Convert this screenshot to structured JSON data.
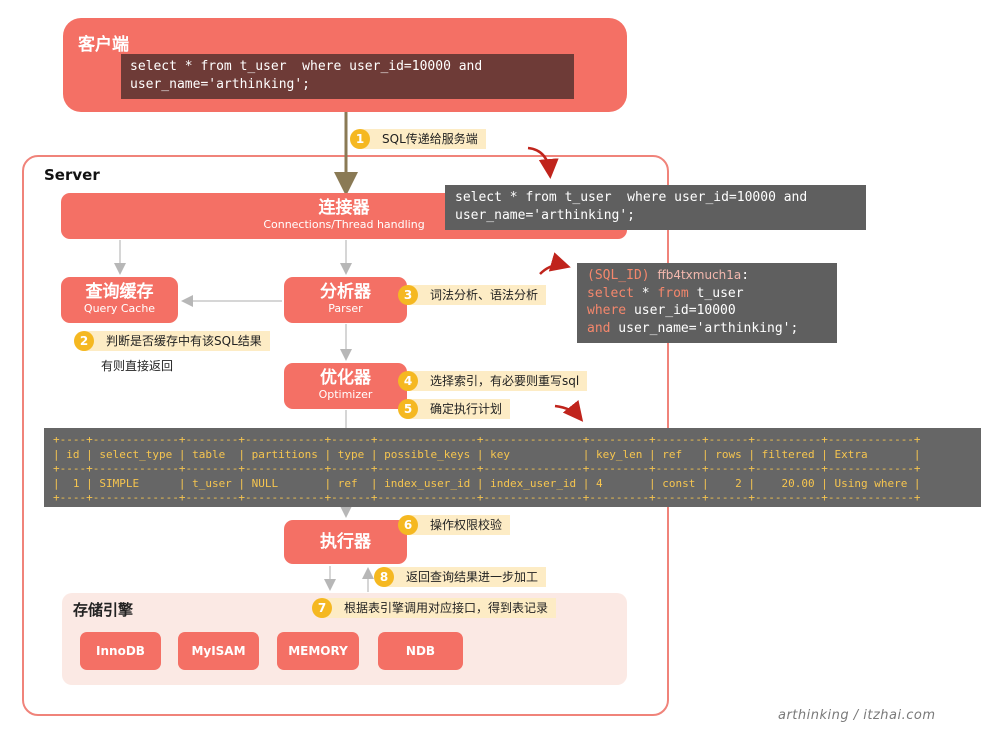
{
  "client": {
    "title": "客户端",
    "sql": "select * from t_user  where user_id=10000 and\nuser_name='arthinking';"
  },
  "server": {
    "title": "Server",
    "connector": {
      "cn": "连接器",
      "en": "Connections/Thread handling"
    },
    "cache": {
      "cn": "查询缓存",
      "en": "Query Cache"
    },
    "parser": {
      "cn": "分析器",
      "en": "Parser"
    },
    "optimizer": {
      "cn": "优化器",
      "en": "Optimizer"
    },
    "executor": {
      "cn": "执行器"
    },
    "storage": {
      "title": "存储引擎",
      "engines": [
        "InnoDB",
        "MyISAM",
        "MEMORY",
        "NDB"
      ]
    }
  },
  "sql_received": "select * from t_user  where user_id=10000 and\nuser_name='arthinking';",
  "sql_parsed": {
    "id_label": "(SQL_ID)",
    "id_value": "ffb4txmuch1a",
    "colon": ":",
    "kw_select": "select",
    "star_table": " * ",
    "kw_from": "from",
    "table": " t_user",
    "kw_where": "where",
    "where_cond": " user_id=10000",
    "kw_and": "and",
    "and_cond": " user_name='arthinking';"
  },
  "steps": [
    {
      "num": "1",
      "text": "SQL传递给服务端"
    },
    {
      "num": "2",
      "text": "判断是否缓存中有该SQL结果"
    },
    {
      "num": "3",
      "text": "词法分析、语法分析"
    },
    {
      "num": "4",
      "text": "选择索引，有必要则重写sql"
    },
    {
      "num": "5",
      "text": "确定执行计划"
    },
    {
      "num": "6",
      "text": "操作权限校验"
    },
    {
      "num": "7",
      "text": "根据表引擎调用对应接口，得到表记录"
    },
    {
      "num": "8",
      "text": "返回查询结果进一步加工"
    }
  ],
  "cache_note": "有则直接返回",
  "explain": {
    "border": "+----+-------------+--------+------------+------+---------------+---------------+---------+-------+------+----------+-------------+",
    "header": "| id | select_type | table  | partitions | type | possible_keys | key           | key_len | ref   | rows | filtered | Extra       |",
    "row": "|  1 | SIMPLE      | t_user | NULL       | ref  | index_user_id | index_user_id | 4       | const |    2 |    20.00 | Using where |"
  },
  "footer": "arthinking / itzhai.com",
  "colors": {
    "block": "#f47065",
    "client_sql_bg": "#6e3b37",
    "code_bg": "#5f5f5f",
    "explain_text": "#f6c54f",
    "badge": "#f5b821",
    "note_bg": "#fdecc5",
    "arrow_red": "#c0241c"
  }
}
